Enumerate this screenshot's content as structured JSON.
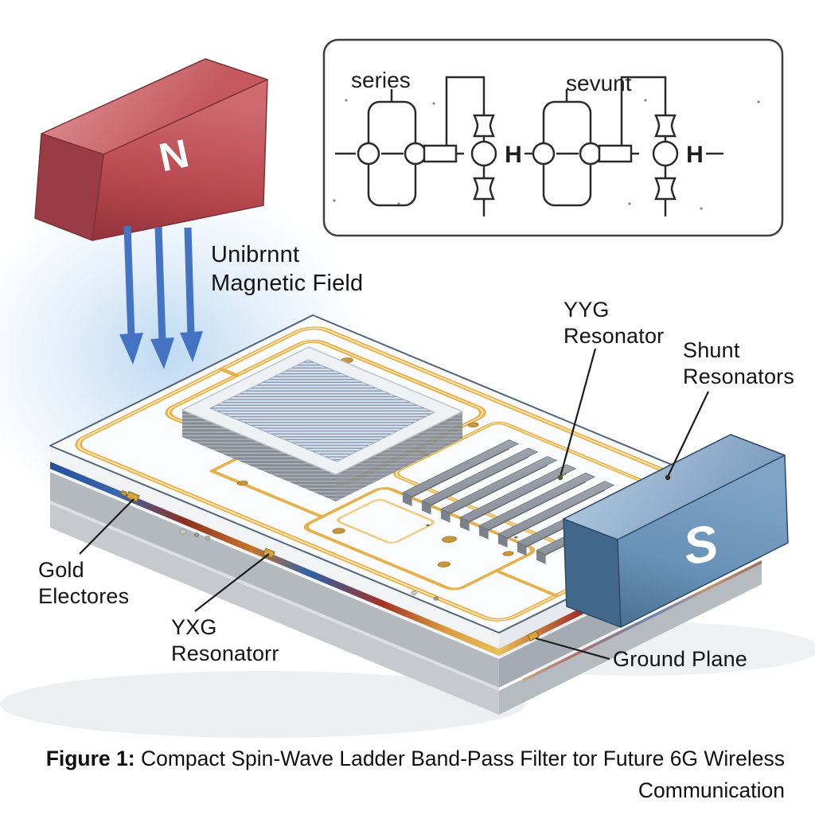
{
  "colors": {
    "gold_trace": "#E7B04A",
    "magnet_north_red": "#C0535A",
    "magnet_south_blue": "#6C94BC",
    "arrow_blue": "#4573C4",
    "edge_stripe_blue": "#2E5FA9",
    "edge_stripe_red": "#A23325",
    "yig_hatch_blue": "#7E93B0",
    "label_text": "#141414"
  },
  "magnets": {
    "north_label": "N",
    "south_label": "S"
  },
  "field_annotation": {
    "line1": "Unibrnnt",
    "line2": "Magnetic Field"
  },
  "inset": {
    "series_label": "series",
    "shunt_label": "sevunt",
    "port_label": "H"
  },
  "labels": {
    "yig": {
      "line1": "YYG",
      "line2": "Resonator"
    },
    "shunt": {
      "line1": "Shunt",
      "line2": "Resonators"
    },
    "gold": {
      "line1": "Gold",
      "line2": "Electores"
    },
    "yxg": {
      "line1": "YXG",
      "line2": "Resonatorr"
    },
    "ground": {
      "text": "Ground Plane"
    }
  },
  "caption": {
    "prefix": "Figure 1:",
    "line1_rest": " Compact Spin-Wave Ladder Band-Pass Filter tor Future 6G Wireless",
    "line2": "Communication"
  }
}
